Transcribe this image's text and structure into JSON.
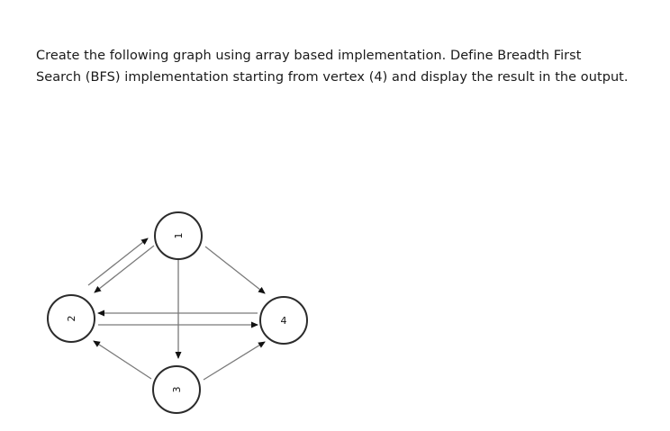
{
  "question": {
    "text": "Create the following graph using array based implementation.  Define Breadth First Search (BFS) implementation starting from vertex (4) and display the result in the output."
  },
  "graph": {
    "nodes": [
      {
        "id": "1",
        "label": "1"
      },
      {
        "id": "2",
        "label": "2"
      },
      {
        "id": "3",
        "label": "3"
      },
      {
        "id": "4",
        "label": "4"
      }
    ],
    "edges": [
      {
        "from": "2",
        "to": "1"
      },
      {
        "from": "1",
        "to": "2"
      },
      {
        "from": "1",
        "to": "4"
      },
      {
        "from": "1",
        "to": "3"
      },
      {
        "from": "4",
        "to": "2"
      },
      {
        "from": "2",
        "to": "4"
      },
      {
        "from": "3",
        "to": "2"
      },
      {
        "from": "3",
        "to": "4"
      }
    ],
    "colors": {
      "edge": "#7a7a7a",
      "node_stroke": "#2b2b2b",
      "node_fill": "#ffffff"
    }
  }
}
